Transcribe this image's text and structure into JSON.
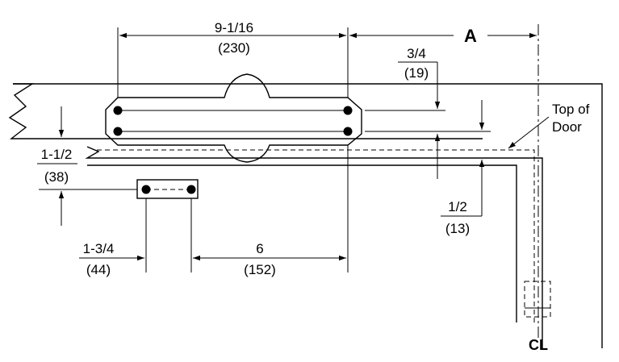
{
  "labels": {
    "dim_length_in": "9-1/16",
    "dim_length_mm": "(230)",
    "dim_a": "A",
    "dim_3_4_in": "3/4",
    "dim_3_4_mm": "(19)",
    "top_of_door_1": "Top of",
    "top_of_door_2": "Door",
    "dim_1_1_2_in": "1-1/2",
    "dim_1_1_2_mm": "(38)",
    "dim_1_2_in": "1/2",
    "dim_1_2_mm": "(13)",
    "dim_1_3_4_in": "1-3/4",
    "dim_1_3_4_mm": "(44)",
    "dim_6_in": "6",
    "dim_6_mm": "(152)",
    "centerline": "CL"
  }
}
